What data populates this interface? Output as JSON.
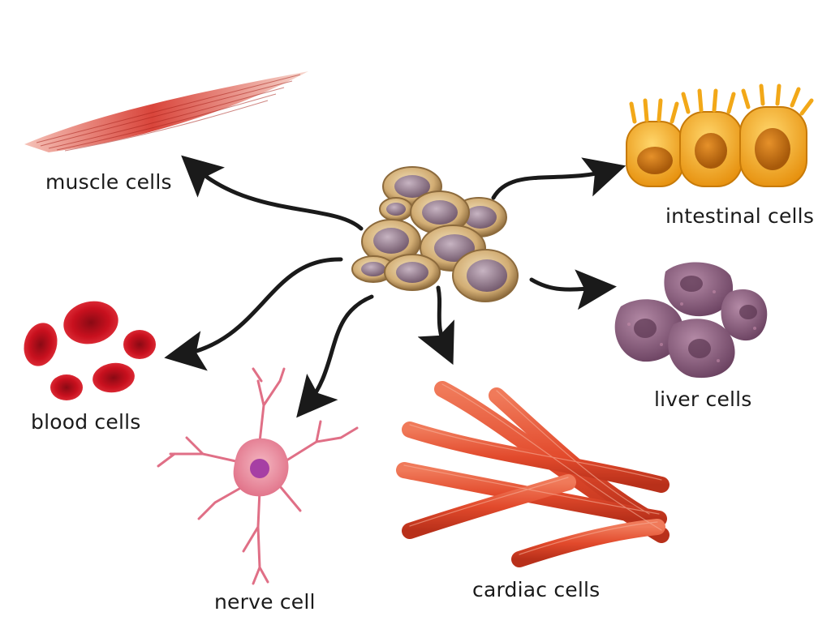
{
  "labels": {
    "muscle": "muscle cells",
    "intestinal": "intestinal cells",
    "liver": "liver cells",
    "blood": "blood cells",
    "nerve": "nerve cell",
    "cardiac": "cardiac cells"
  },
  "colors": {
    "arrow": "#1a1a1a",
    "stem_cell_membrane": "#c9a36a",
    "stem_cell_nucleus": "#8e7684",
    "muscle": "#d9453b",
    "intestinal": "#f2a818",
    "liver": "#8a5f7c",
    "blood": "#c8101e",
    "nerve": "#e67f92",
    "cardiac": "#e24a2c"
  }
}
